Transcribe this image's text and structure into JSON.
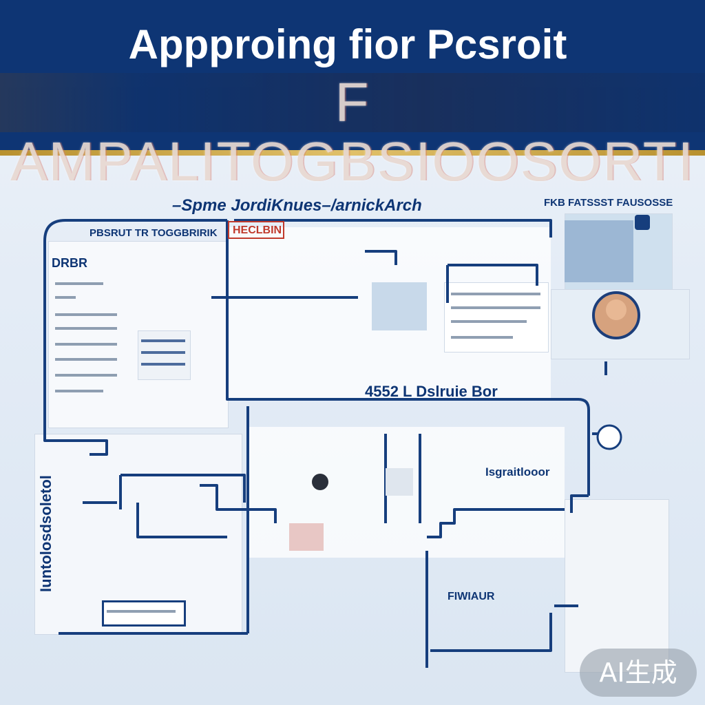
{
  "header": {
    "title": "Appproing fior Pcsroit",
    "subtitle": "F AMPALITOGBSIOOSORTI"
  },
  "labels": {
    "top_banner": "–Spme JordiKnues–/arnickArch",
    "top_right": "FKB FATSSST FAUSOSSE",
    "left_panel": "PBSRUT TR TOGGBRIRIK",
    "red_tag": "HECLBIN",
    "left_doc_head": "DRBR",
    "middle": "4552 L Dslruie Bor",
    "right_mid": "Isgraitlooor",
    "bottom_mid": "FIWIAUR",
    "vertical": "Iuntolosdsoletol"
  },
  "badge": "AI生成",
  "colors": {
    "header_bg": "#0e3574",
    "accent_gold": "#d4b15a",
    "line": "#163e7d"
  }
}
